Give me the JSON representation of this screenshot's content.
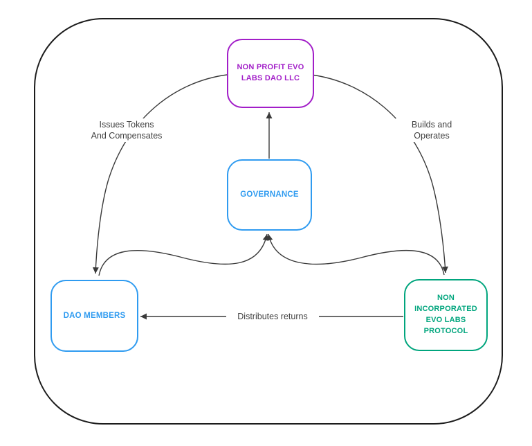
{
  "diagram_title": "",
  "colors": {
    "purple": "#A21EC8",
    "blue": "#2F9BF0",
    "green": "#00A57D",
    "line": "#3A3A3A",
    "outer_border": "#1C1C1C",
    "label_text": "#404040",
    "background": "#FFFFFF"
  },
  "nodes": {
    "nonprofit": {
      "lines": [
        "NON PROFIT EVO",
        "LABS DAO LLC"
      ],
      "color": "#A21EC8"
    },
    "governance": {
      "lines": [
        "GOVERNANCE"
      ],
      "color": "#2F9BF0"
    },
    "dao_members": {
      "lines": [
        "DAO MEMBERS"
      ],
      "color": "#2F9BF0"
    },
    "protocol": {
      "lines": [
        "NON",
        "INCORPORATED",
        "EVO LABS",
        "PROTOCOL"
      ],
      "color": "#00A57D"
    }
  },
  "edges": [
    {
      "id": "issues-tokens",
      "from": "nonprofit",
      "to": "dao_members",
      "label": [
        "Issues Tokens",
        "And Compensates"
      ]
    },
    {
      "id": "builds-operates",
      "from": "nonprofit",
      "to": "protocol",
      "label": [
        "Builds and",
        "Operates"
      ]
    },
    {
      "id": "distributes-returns",
      "from": "protocol",
      "to": "dao_members",
      "label": [
        "Distributes returns"
      ]
    },
    {
      "id": "governance-to-nonprofit",
      "from": "governance",
      "to": "nonprofit",
      "label": []
    },
    {
      "id": "dao-members-to-governance",
      "from": "dao_members",
      "to": "governance",
      "label": []
    },
    {
      "id": "protocol-to-governance",
      "from": "protocol",
      "to": "governance",
      "label": []
    }
  ]
}
